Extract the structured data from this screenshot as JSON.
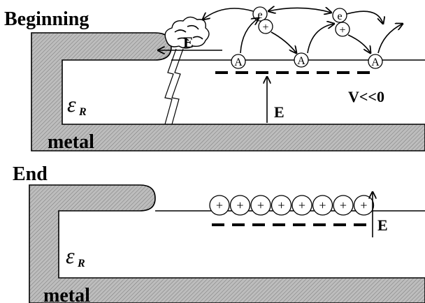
{
  "panels": {
    "top": {
      "title": "Beginning",
      "metal_label": "metal",
      "permittivity_symbol": "ε",
      "permittivity_subscript": "R",
      "field_label_left": "E",
      "field_label_mid": "E",
      "voltage_label": "V<<0",
      "adsorbate_label": "A",
      "electron_label": "e",
      "ion_label": "+"
    },
    "bottom": {
      "title": "End",
      "metal_label": "metal",
      "permittivity_symbol": "ε",
      "permittivity_subscript": "R",
      "field_label": "E",
      "ion_label": "+",
      "ion_count": 8
    }
  },
  "colors": {
    "metal_fill": "#b8b8b8",
    "insulator_fill": "#ffffff",
    "line": "#000000"
  }
}
